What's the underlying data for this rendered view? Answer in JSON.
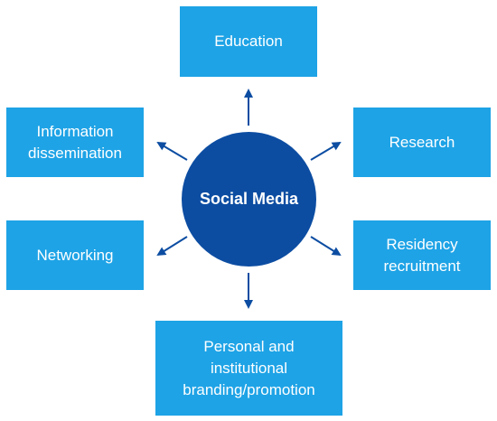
{
  "diagram": {
    "center": {
      "label": "Social Media"
    },
    "nodes": [
      {
        "id": "education",
        "label": "Education"
      },
      {
        "id": "information-dissemination",
        "label": "Information\ndissemination"
      },
      {
        "id": "research",
        "label": "Research"
      },
      {
        "id": "networking",
        "label": "Networking"
      },
      {
        "id": "residency-recruitment",
        "label": "Residency\nrecruitment"
      },
      {
        "id": "branding",
        "label": "Personal and\ninstitutional\nbranding/promotion"
      }
    ]
  },
  "colors": {
    "box_fill": "#1ea3e6",
    "hub_fill": "#0c4da2",
    "arrow": "#0c4da2",
    "text": "#ffffff"
  }
}
